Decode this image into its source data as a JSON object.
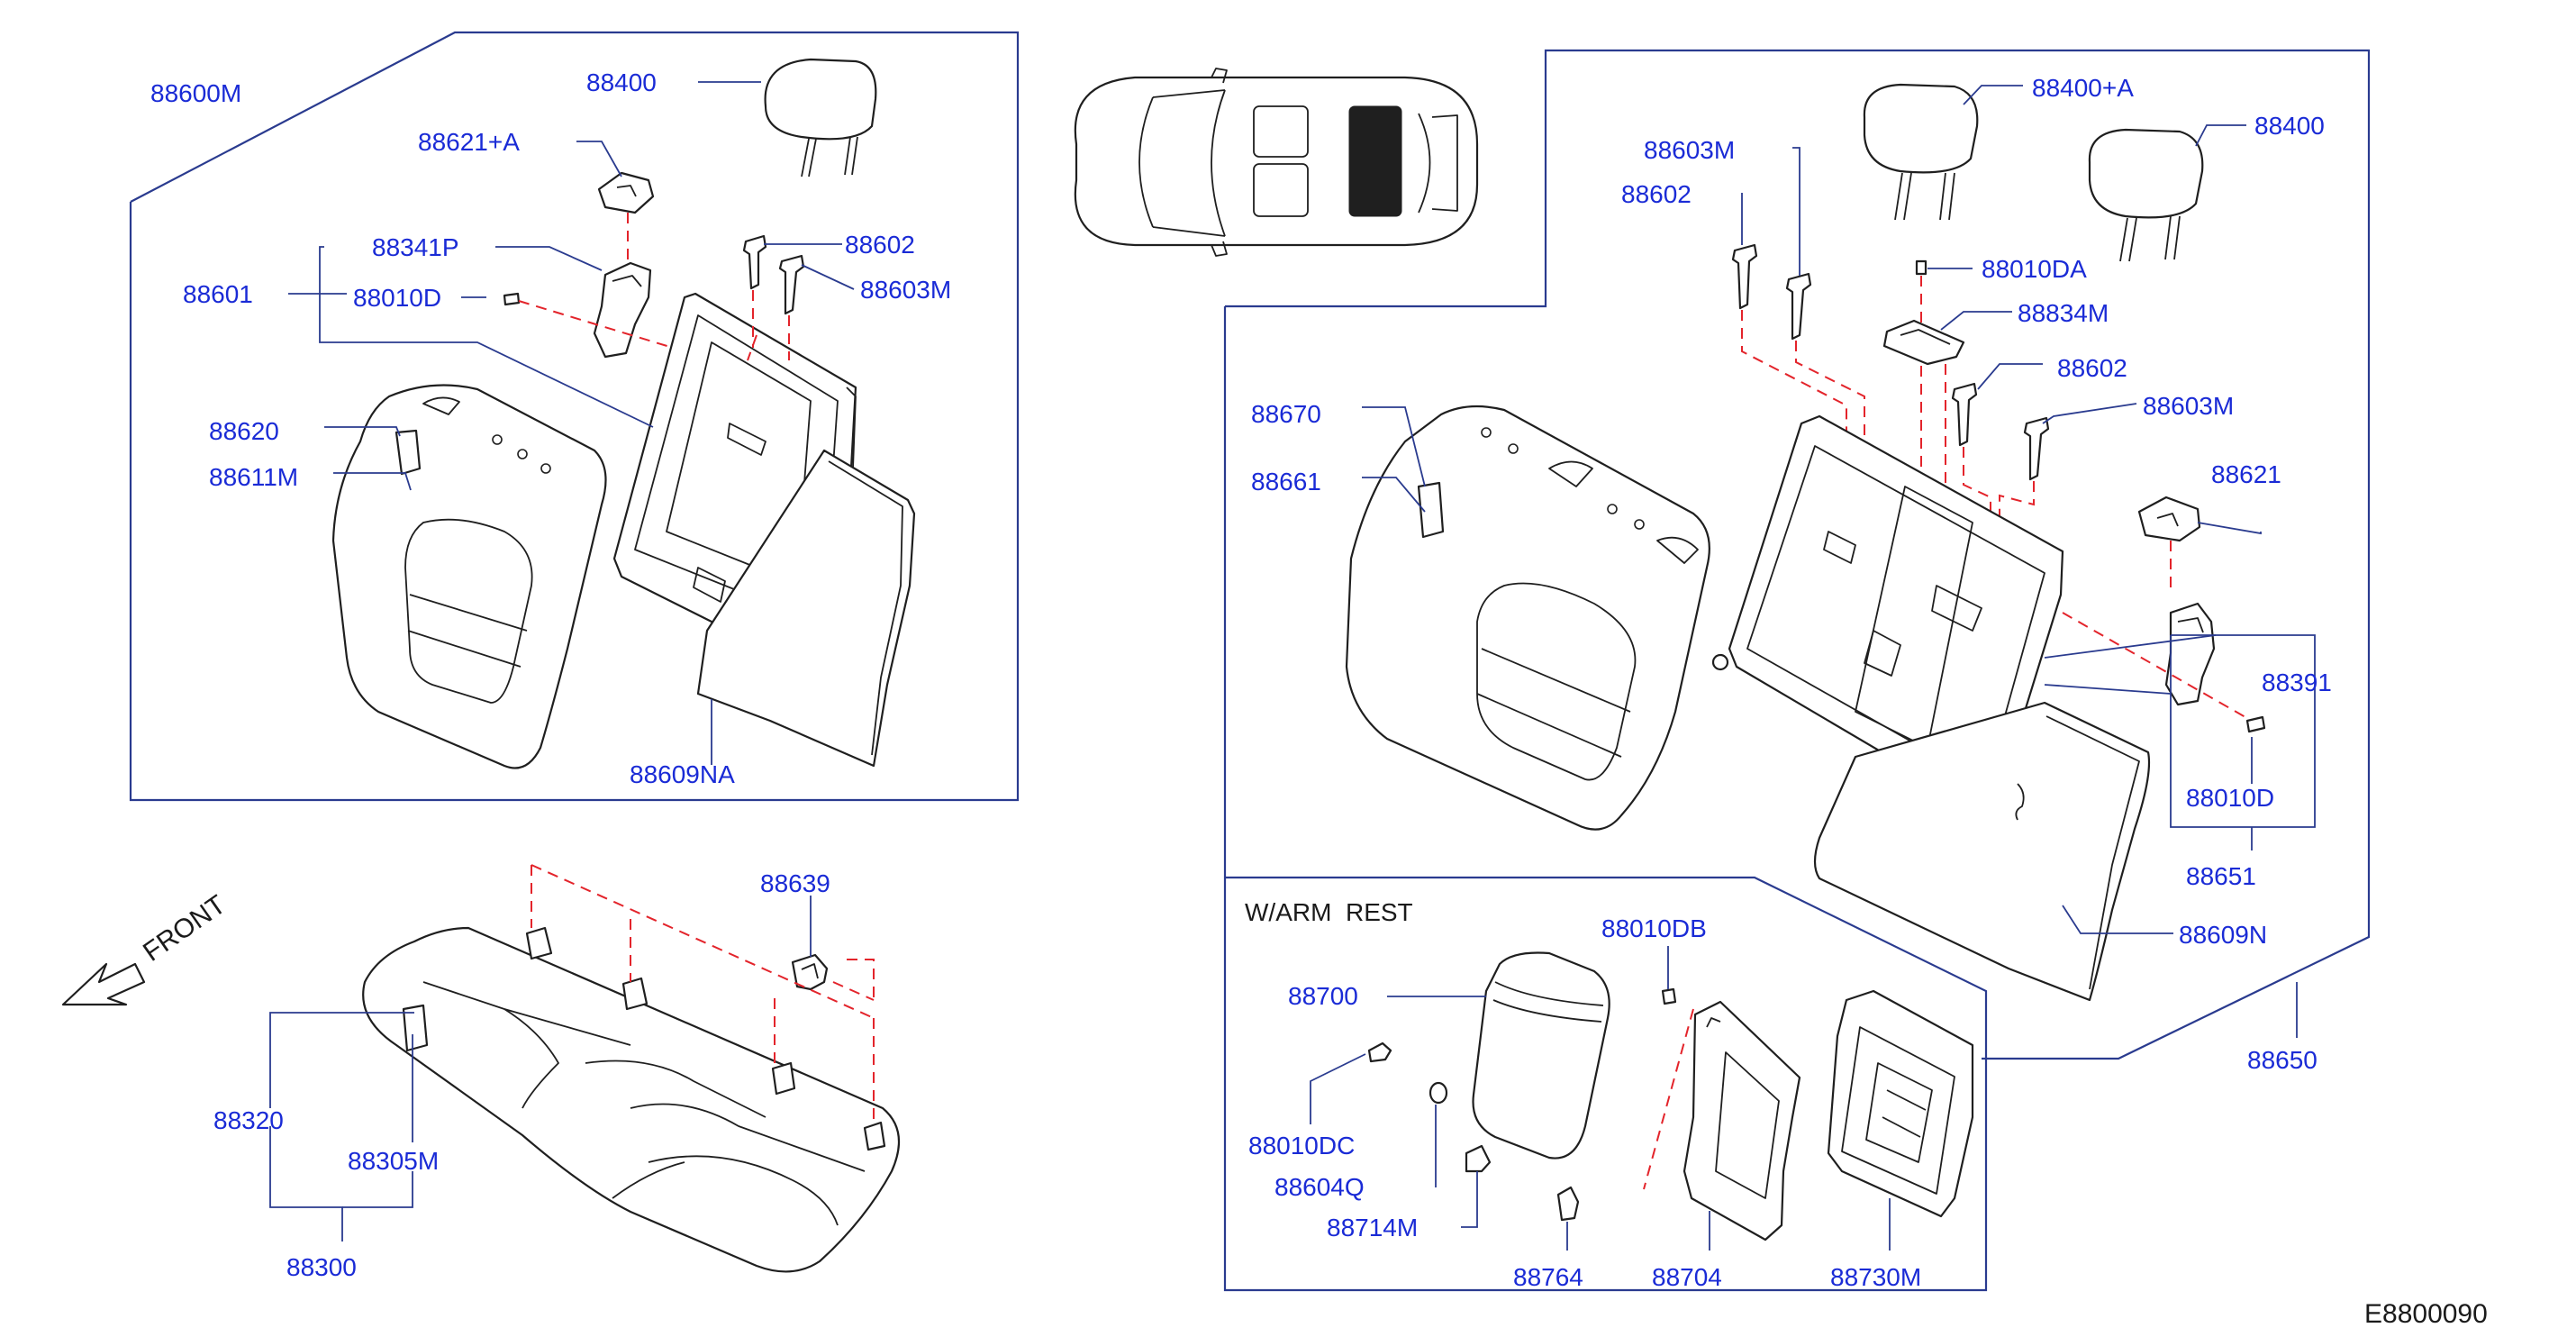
{
  "diagram_code": "E8800090",
  "orientation_label": "FRONT",
  "armrest_section_title": "W/ARM  REST",
  "part_labels": {
    "p88600M": "88600M",
    "p88400_left": "88400",
    "p88621A": "88621+A",
    "p88341P": "88341P",
    "p88601": "88601",
    "p88010D_left": "88010D",
    "p88602_left": "88602",
    "p88603M_left": "88603M",
    "p88620": "88620",
    "p88611M": "88611M",
    "p88609NA": "88609NA",
    "p88639": "88639",
    "p88320": "88320",
    "p88305M": "88305M",
    "p88300": "88300",
    "p88603M_right_top": "88603M",
    "p88602_right_top": "88602",
    "p88400A": "88400+A",
    "p88400_right": "88400",
    "p88010DA": "88010DA",
    "p88834M": "88834M",
    "p88602_right_mid": "88602",
    "p88603M_right_mid": "88603M",
    "p88670": "88670",
    "p88661": "88661",
    "p88621": "88621",
    "p88391": "88391",
    "p88010D_right": "88010D",
    "p88651": "88651",
    "p88609N": "88609N",
    "p88650": "88650",
    "p88010DB": "88010DB",
    "p88700": "88700",
    "p88010DC": "88010DC",
    "p88604Q": "88604Q",
    "p88714M": "88714M",
    "p88764": "88764",
    "p88704": "88704",
    "p88730M": "88730M"
  },
  "colors": {
    "label_blue": "#1a2bd6",
    "leader_navy": "#2a3b8f",
    "dash_red": "#e3242b",
    "outline": "#1f1f1f"
  }
}
